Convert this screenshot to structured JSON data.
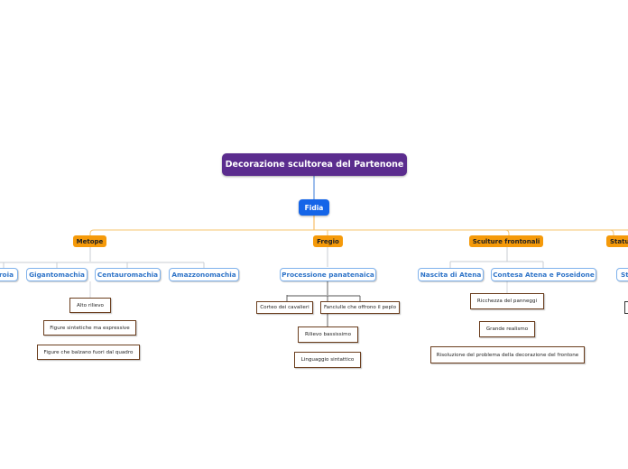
{
  "root": "Decorazione scultorea del Partenone",
  "fidia": "Fidia",
  "categories": {
    "metope": "Metope",
    "fregio": "Fregio",
    "sculture_frontonali": "Sculture frontonali",
    "statue": "Statu"
  },
  "metope_topics": {
    "iliupersis": "rroia",
    "gigantomachia": "Gigantomachia",
    "centauromachia": "Centauromachia",
    "amazzonomachia": "Amazzonomachia"
  },
  "metope_notes": [
    "Alto rilievo",
    "Figure sintetiche ma espressive",
    "Figure che balzano fuori dal quadro"
  ],
  "fregio_topics": {
    "processione": "Processione panatenaica"
  },
  "processione_items": [
    "Corteo dei cavalieri",
    "Fanciulle che offrono il peplo"
  ],
  "fregio_notes": [
    "Rilievo bassissimo",
    "Linguaggio sintattico"
  ],
  "frontonali_topics": {
    "nascita": "Nascita di Atena",
    "contesa": "Contesa Atena e Poseidone"
  },
  "frontonali_notes": [
    "Ricchezza del panneggi",
    "Grande realismo",
    "Risoluzione del problema della decorazione del frontone"
  ],
  "statue_topics": {
    "statua": "St"
  },
  "colors": {
    "root": "#5b2c8e",
    "fidia": "#1565e8",
    "category": "#f59a0a",
    "subtopic_text": "#2f74c8",
    "connector_main": "#f7c56e"
  }
}
